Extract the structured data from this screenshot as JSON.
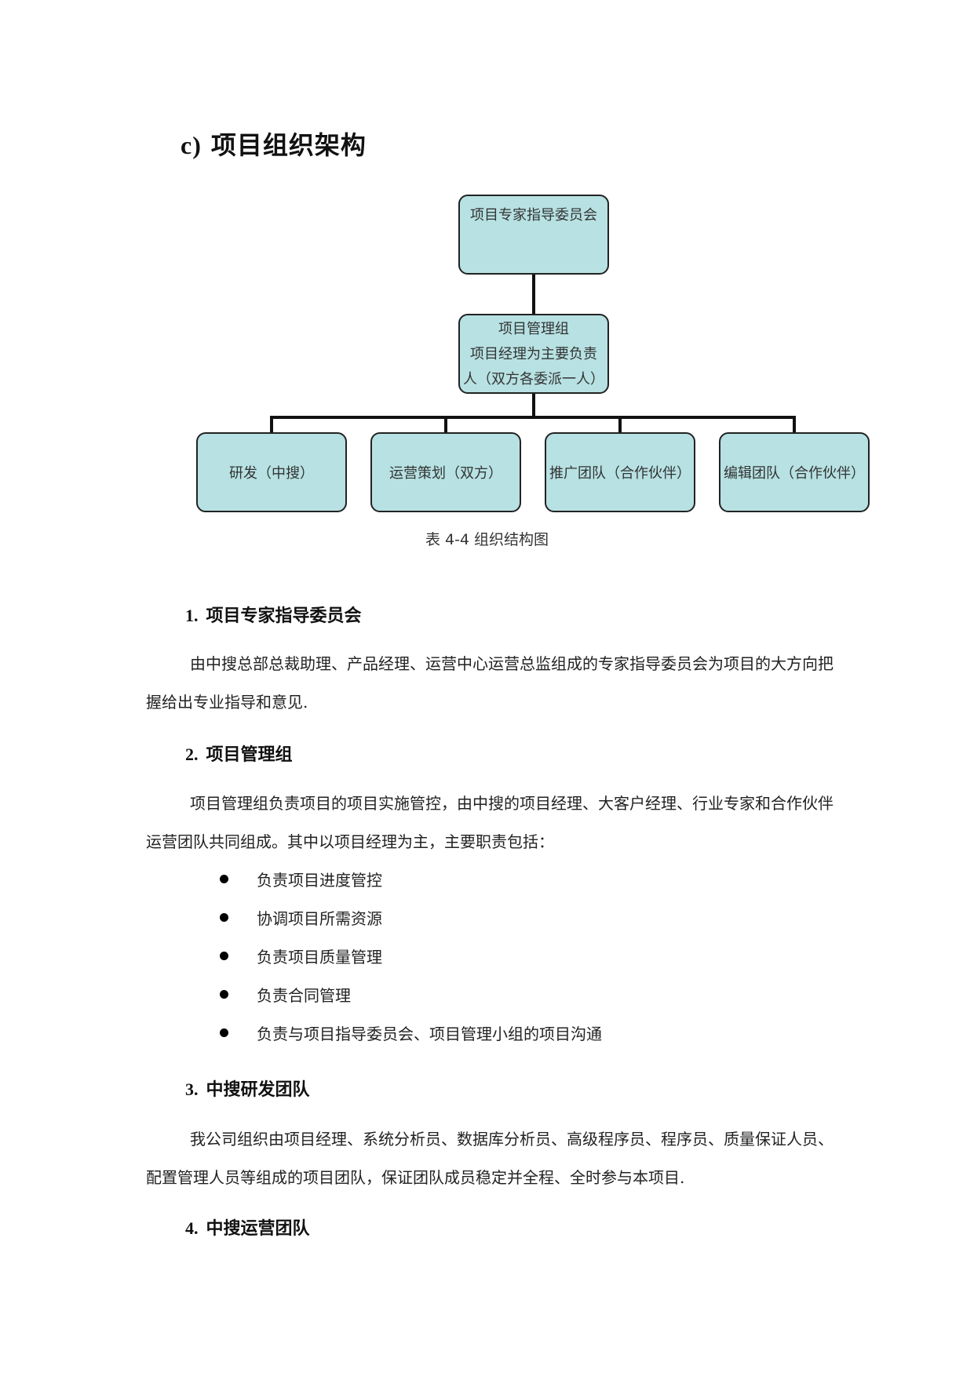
{
  "heading": {
    "prefix": "c)",
    "title": "项目组织架构"
  },
  "org_chart": {
    "top": "项目专家指导委员会",
    "middle": [
      "项目管理组",
      "项目经理为主要负责",
      "人（双方各委派一人）"
    ],
    "leaves": [
      "研发（中搜）",
      "运营策划（双方）",
      "推广团队（合作伙伴）",
      "编辑团队（合作伙伴）"
    ],
    "caption": "表 4-4  组织结构图",
    "box_color": "#b7e1e2"
  },
  "sections": [
    {
      "num": "1.",
      "title": "项目专家指导委员会",
      "text": "由中搜总部总裁助理、产品经理、运营中心运营总监组成的专家指导委员会为项目的大方向把握给出专业指导和意见."
    },
    {
      "num": "2.",
      "title": "项目管理组",
      "text": "项目管理组负责项目的项目实施管控，由中搜的项目经理、大客户经理、行业专家和合作伙伴运营团队共同组成。其中以项目经理为主，主要职责包括：",
      "bullets": [
        "负责项目进度管控",
        "协调项目所需资源",
        "负责项目质量管理",
        "负责合同管理",
        "负责与项目指导委员会、项目管理小组的项目沟通"
      ]
    },
    {
      "num": "3.",
      "title": "中搜研发团队",
      "text": "我公司组织由项目经理、系统分析员、数据库分析员、高级程序员、程序员、质量保证人员、配置管理人员等组成的项目团队，保证团队成员稳定并全程、全时参与本项目."
    },
    {
      "num": "4.",
      "title": "中搜运营团队"
    }
  ]
}
